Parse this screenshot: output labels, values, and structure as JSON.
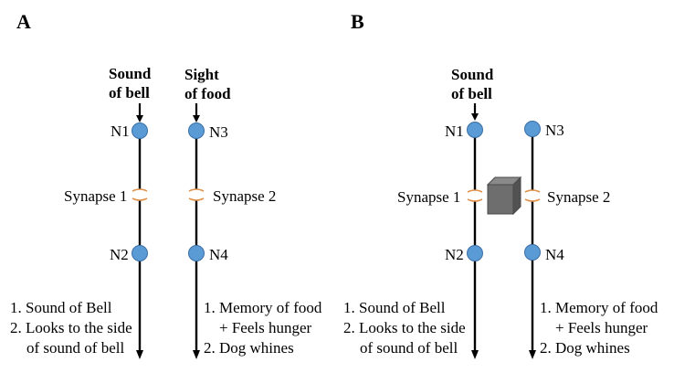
{
  "figure": {
    "colors": {
      "neuron_fill": "#5B9BD5",
      "neuron_stroke": "#3A6EA5",
      "synapse": "#E0914A",
      "line": "#000000",
      "block_front": "#6E6E6E",
      "block_top": "#8A8A8A",
      "block_side": "#525252",
      "block_edge": "#4A4A4A"
    },
    "panels": [
      {
        "id": "A",
        "label": "A",
        "pathways": [
          {
            "stimulus": [
              "Sound",
              "of bell"
            ],
            "input_node": "N1",
            "synapse": "Synapse 1",
            "output_node": "N2",
            "responses": [
              "1. Sound of Bell",
              "2. Looks to the side",
              "of sound of bell"
            ]
          },
          {
            "stimulus": [
              "Sight",
              "of food"
            ],
            "input_node": "N3",
            "synapse": "Synapse 2",
            "output_node": "N4",
            "responses": [
              "1. Memory of food",
              "+ Feels hunger",
              "2. Dog whines"
            ]
          }
        ],
        "blocked": false
      },
      {
        "id": "B",
        "label": "B",
        "pathways": [
          {
            "stimulus": [
              "Sound",
              "of bell"
            ],
            "input_node": "N1",
            "synapse": "Synapse 1",
            "output_node": "N2",
            "responses": [
              "1. Sound of Bell",
              "2. Looks to the side",
              "of sound of bell"
            ]
          },
          {
            "stimulus": null,
            "input_node": "N3",
            "synapse": "Synapse 2",
            "output_node": "N4",
            "responses": [
              "1. Memory of food",
              "+ Feels hunger",
              "2. Dog whines"
            ]
          }
        ],
        "blocked": true,
        "block_name": "barrier-block"
      }
    ]
  }
}
